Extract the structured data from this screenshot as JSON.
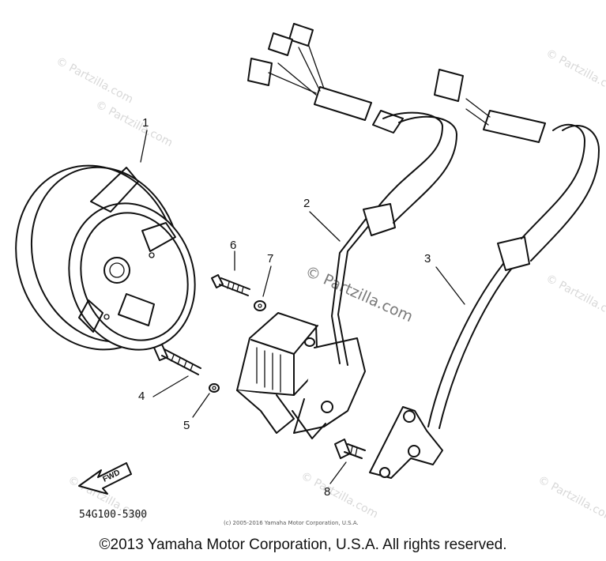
{
  "callouts": {
    "c1": "1",
    "c2": "2",
    "c3": "3",
    "c4": "4",
    "c5": "5",
    "c6": "6",
    "c7": "7",
    "c8": "8"
  },
  "watermark": "© Partzilla.com",
  "arrow_label": "FWD",
  "diagram_code": "54G100-5300",
  "small_copyright": "(c) 2005-2016 Yamaha Motor Corporation, U.S.A.",
  "copyright": "©2013 Yamaha Motor Corporation, U.S.A. All rights reserved."
}
